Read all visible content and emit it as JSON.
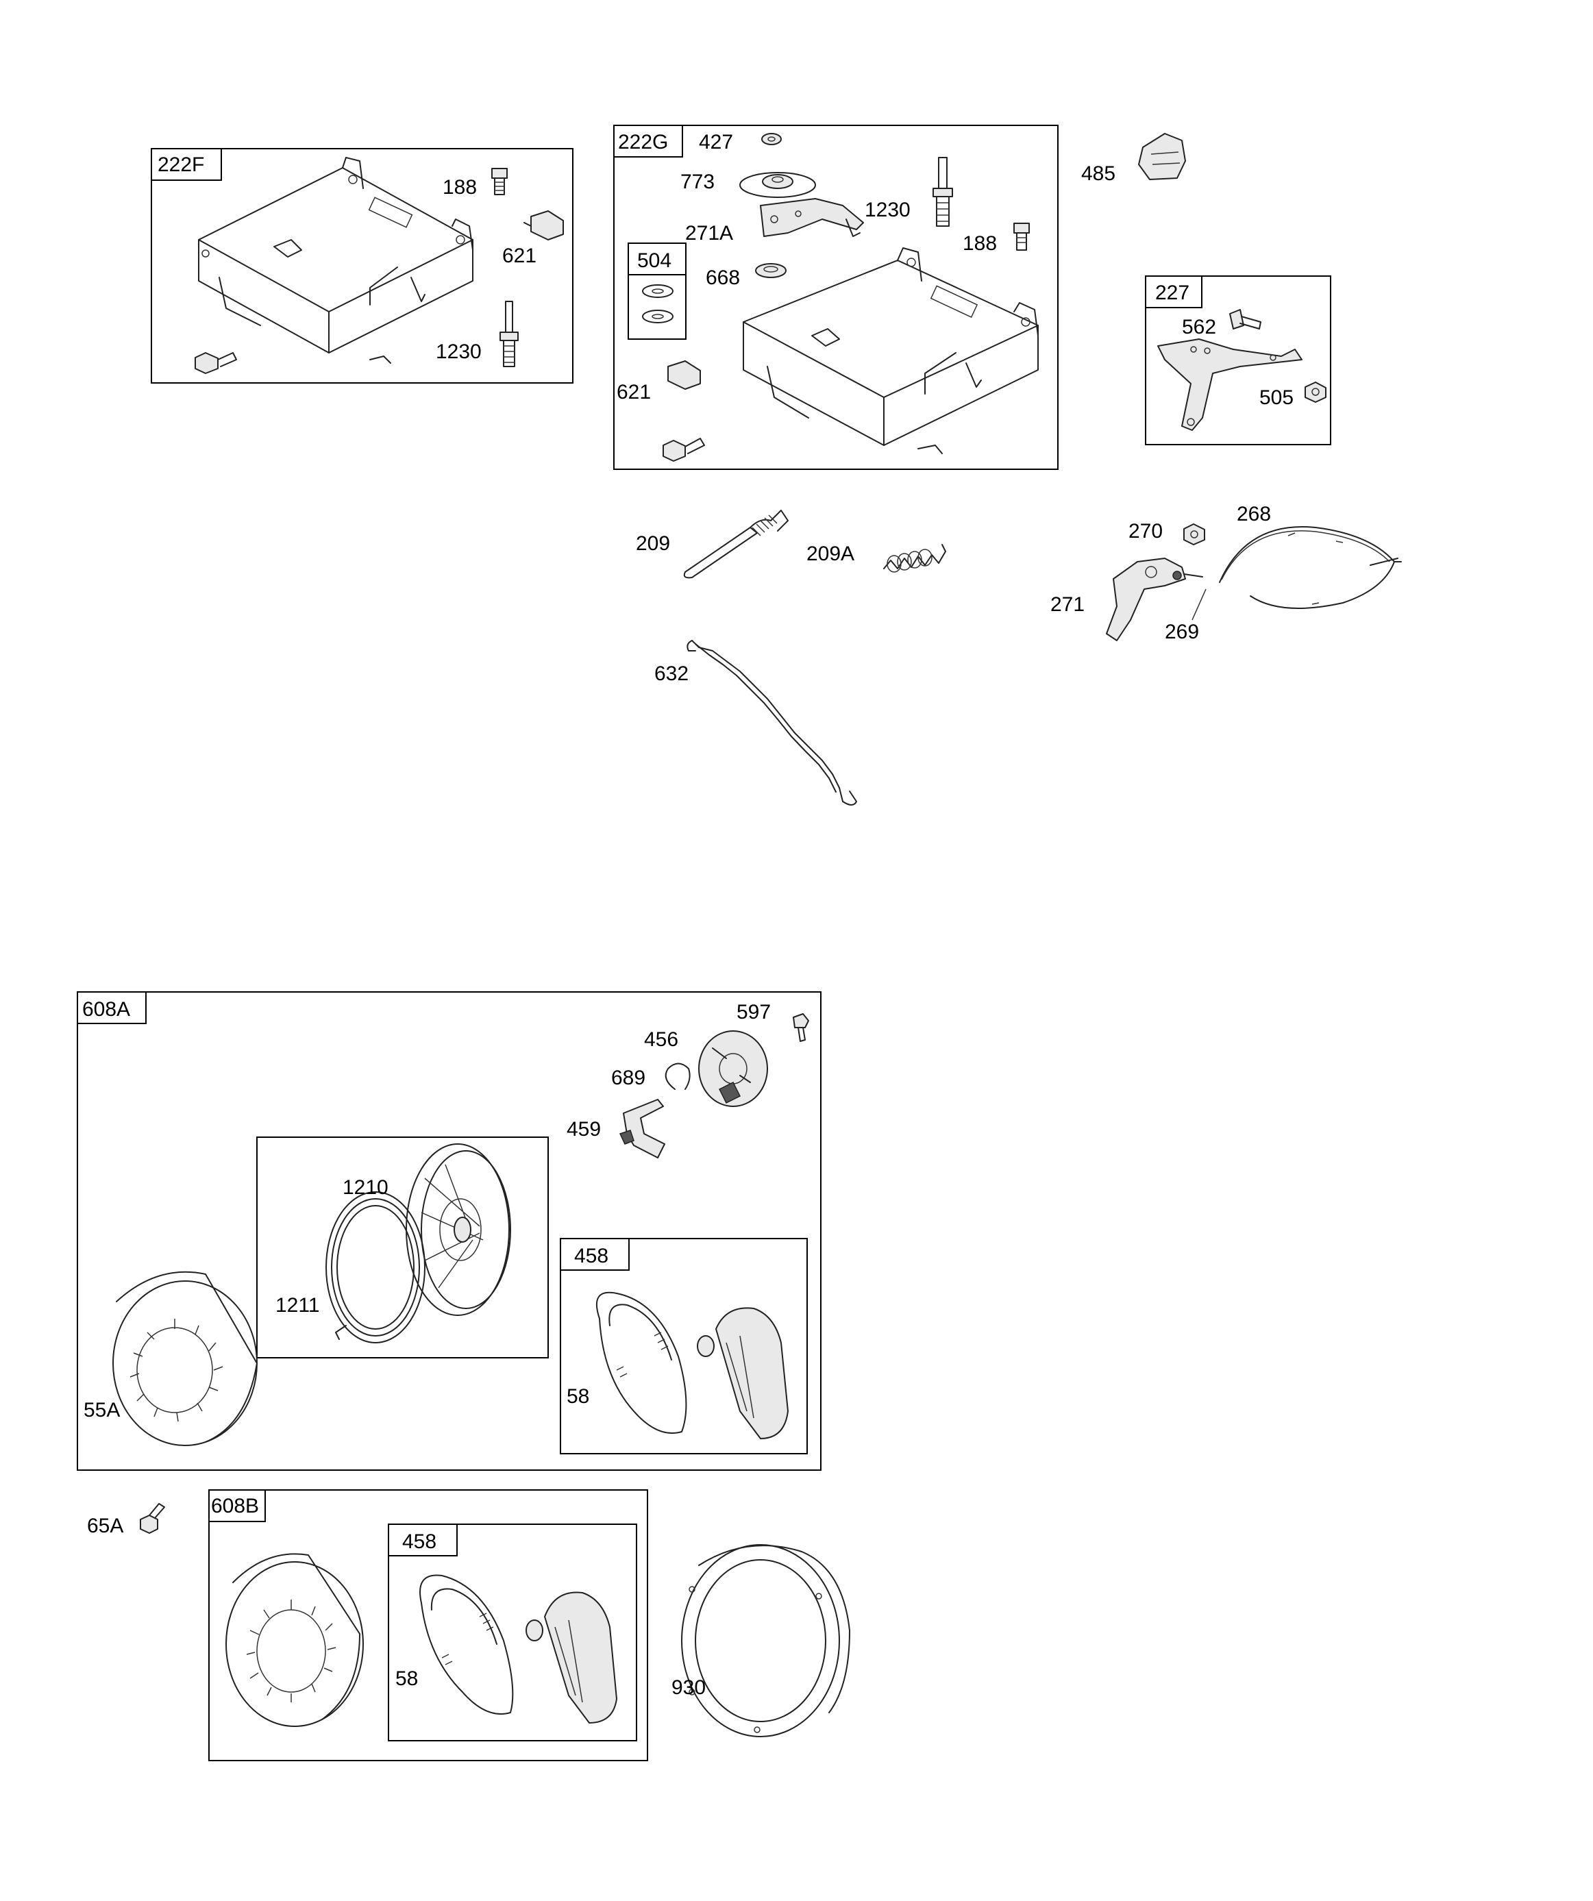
{
  "groups": {
    "g222F": "222F",
    "g222G": "222G",
    "g504": "504",
    "g227": "227",
    "g608A": "608A",
    "g458a": "458",
    "g608B": "608B",
    "g458b": "458"
  },
  "callouts": {
    "c188a": "188",
    "c621a": "621",
    "c1230a": "1230",
    "c427": "427",
    "c773": "773",
    "c271A": "271A",
    "c1230b": "1230",
    "c188b": "188",
    "c668": "668",
    "c621b": "621",
    "c485": "485",
    "c562": "562",
    "c505": "505",
    "c209": "209",
    "c209A": "209A",
    "c270": "270",
    "c268": "268",
    "c271": "271",
    "c269": "269",
    "c632": "632",
    "c597": "597",
    "c456": "456",
    "c689": "689",
    "c459": "459",
    "c1210": "1210",
    "c1211": "1211",
    "c55A": "55A",
    "c58a": "58",
    "c65A": "65A",
    "c58b": "58",
    "c930": "930"
  }
}
